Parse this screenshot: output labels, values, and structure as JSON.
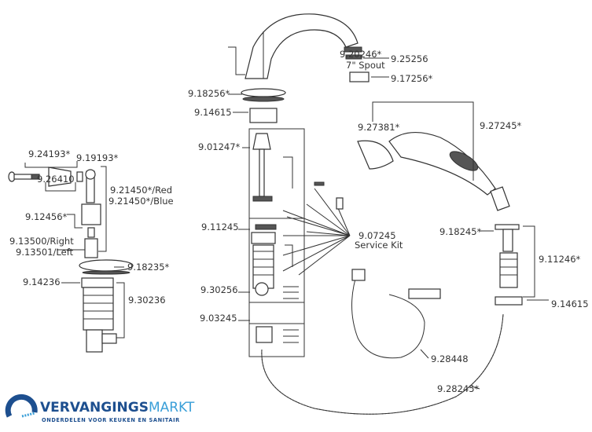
{
  "labels": {
    "spout_part": "9.20246*",
    "spout_desc": "7\" Spout",
    "aerator": "9.25256",
    "aerator_housing": "9.17256*",
    "spout_gasket": "9.18256*",
    "spout_nut": "9.14615",
    "handspray_head": "9.27381*",
    "handspray": "9.27245*",
    "diverter_cap": "9.01247*",
    "handle_screw": "9.24193*",
    "index_button": "9.19193*",
    "handle": "9.26410",
    "handle_lever_red": "9.21450*/Red",
    "handle_lever_blue": "9.21450*/Blue",
    "escutcheon_cap": "9.12456*",
    "cartridge_right": "9.13500/Right",
    "cartridge_left": "9.13501/Left",
    "diverter_body": "9.11245",
    "service_kit_part": "9.07245",
    "service_kit_desc": "Service Kit",
    "handspray_gasket": "9.18245*",
    "handspray_shank": "9.11246*",
    "handspray_nut": "9.14615",
    "valve_gasket": "9.18235*",
    "valve_nut": "9.14236",
    "valve_body": "9.30236",
    "diverter_insert": "9.30256",
    "diverter_fitting": "9.03245",
    "hose_connector": "9.28448",
    "hose": "9.28245*"
  },
  "logo": {
    "brand_bold": "VERVANGINGS",
    "brand_light": "MARKT",
    "tagline": "ONDERDELEN VOOR KEUKEN EN SANITAIR",
    "colors": {
      "dark": "#1d4f8f",
      "light": "#3a9fd8"
    }
  }
}
